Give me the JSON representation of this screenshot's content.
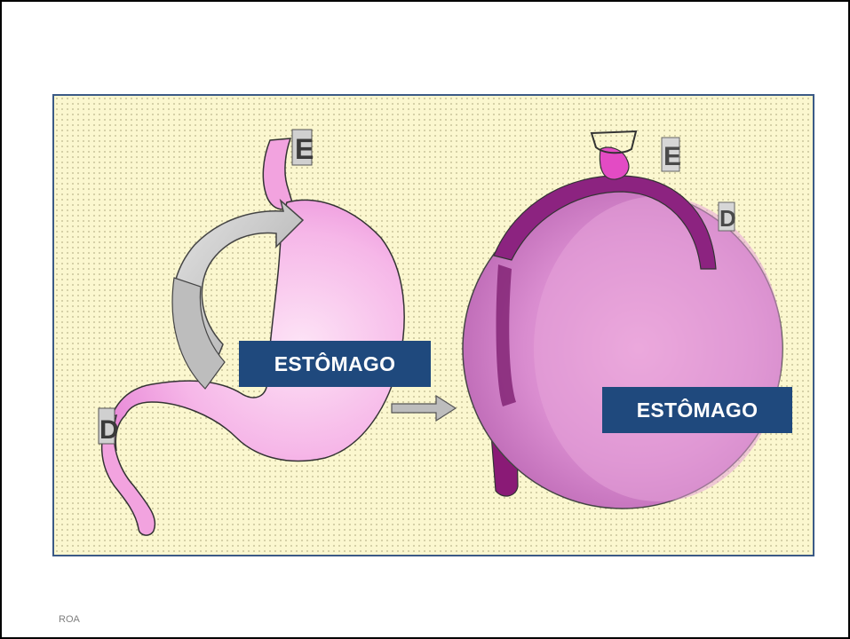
{
  "figure": {
    "label_left": "ESTÔMAGO",
    "label_right": "ESTÔMAGO",
    "marker_e_left": "E",
    "marker_d_left": "D",
    "marker_e_right": "E",
    "marker_d_right": "D",
    "colors": {
      "background": "#fbf7cf",
      "border": "#3b5a86",
      "label_bg": "#1f497d",
      "stomach_light": "#f7b8ea",
      "stomach_dark": "#8b1a75",
      "arrow": "#c9c9c9"
    }
  },
  "footer": {
    "text": "ROA"
  }
}
